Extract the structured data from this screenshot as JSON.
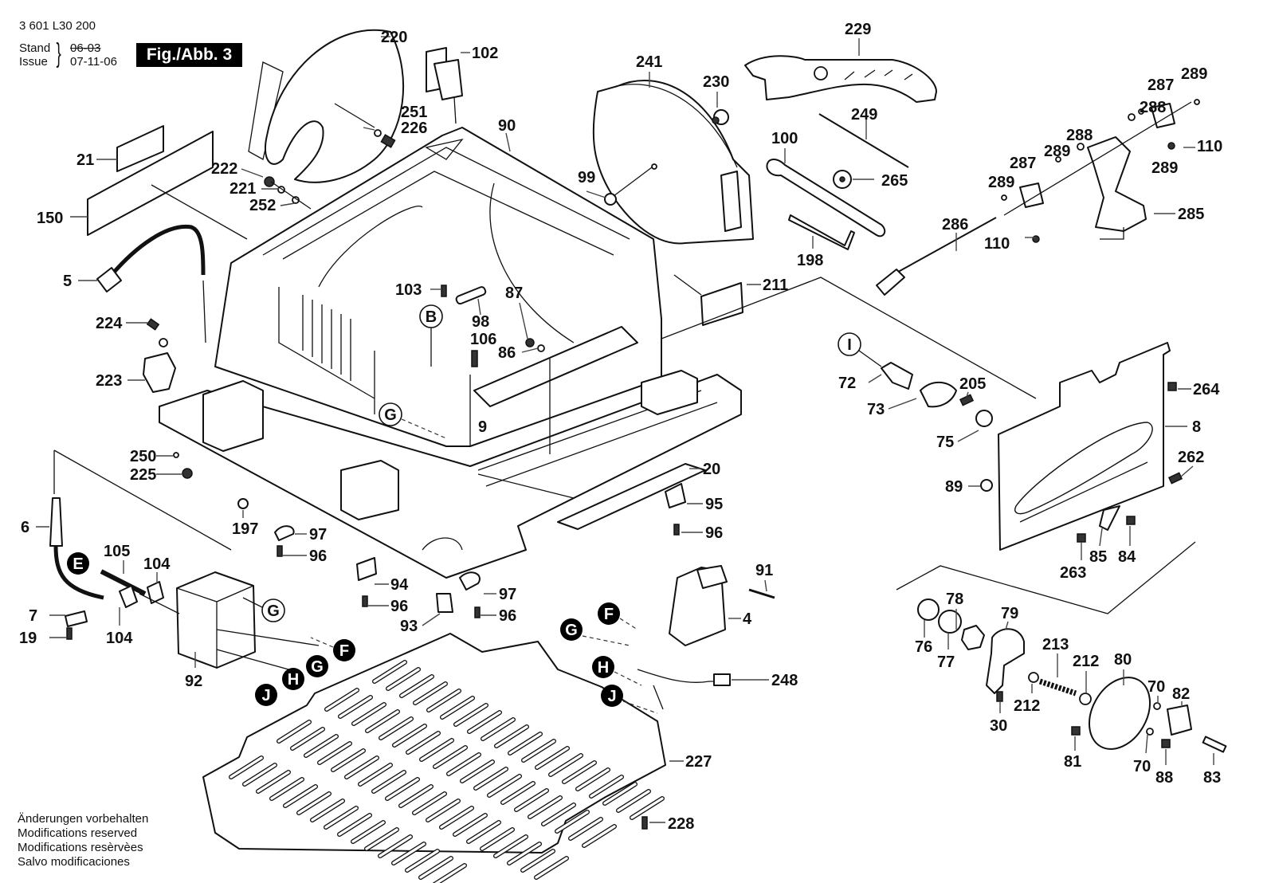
{
  "header": {
    "part_number": "3 601 L30 200",
    "stand_label": "Stand",
    "issue_label": "Issue",
    "stand_date_struck": "06-03",
    "issue_date": "07-11-06",
    "figure_label": "Fig./Abb. 3"
  },
  "footer": {
    "lines": [
      "Änderungen vorbehalten",
      "Modifications reserved",
      "Modifications resèrvèes",
      "Salvo modificaciones"
    ]
  },
  "diagram": {
    "title": "Exploded parts view - table saw base assembly",
    "callouts": [
      {
        "id": "220",
        "label": "220"
      },
      {
        "id": "102",
        "label": "102"
      },
      {
        "id": "229",
        "label": "229"
      },
      {
        "id": "241",
        "label": "241"
      },
      {
        "id": "230",
        "label": "230"
      },
      {
        "id": "289a",
        "label": "289"
      },
      {
        "id": "287a",
        "label": "287"
      },
      {
        "id": "288a",
        "label": "288"
      },
      {
        "id": "110a",
        "label": "110"
      },
      {
        "id": "289b",
        "label": "289"
      },
      {
        "id": "288b",
        "label": "288"
      },
      {
        "id": "289c",
        "label": "289"
      },
      {
        "id": "287b",
        "label": "287"
      },
      {
        "id": "289d",
        "label": "289"
      },
      {
        "id": "110b",
        "label": "110"
      },
      {
        "id": "285",
        "label": "285"
      },
      {
        "id": "286",
        "label": "286"
      },
      {
        "id": "251",
        "label": "251"
      },
      {
        "id": "226",
        "label": "226"
      },
      {
        "id": "90",
        "label": "90"
      },
      {
        "id": "249",
        "label": "249"
      },
      {
        "id": "21",
        "label": "21"
      },
      {
        "id": "222",
        "label": "222"
      },
      {
        "id": "221",
        "label": "221"
      },
      {
        "id": "252",
        "label": "252"
      },
      {
        "id": "150",
        "label": "150"
      },
      {
        "id": "99",
        "label": "99"
      },
      {
        "id": "100",
        "label": "100"
      },
      {
        "id": "265",
        "label": "265"
      },
      {
        "id": "198",
        "label": "198"
      },
      {
        "id": "5",
        "label": "5"
      },
      {
        "id": "103",
        "label": "103"
      },
      {
        "id": "211",
        "label": "211"
      },
      {
        "id": "98",
        "label": "98"
      },
      {
        "id": "87",
        "label": "87"
      },
      {
        "id": "224",
        "label": "224"
      },
      {
        "id": "106",
        "label": "106"
      },
      {
        "id": "86",
        "label": "86"
      },
      {
        "id": "72",
        "label": "72"
      },
      {
        "id": "205",
        "label": "205"
      },
      {
        "id": "264",
        "label": "264"
      },
      {
        "id": "223",
        "label": "223"
      },
      {
        "id": "73",
        "label": "73"
      },
      {
        "id": "9",
        "label": "9"
      },
      {
        "id": "8",
        "label": "8"
      },
      {
        "id": "75",
        "label": "75"
      },
      {
        "id": "250",
        "label": "250"
      },
      {
        "id": "20",
        "label": "20"
      },
      {
        "id": "262",
        "label": "262"
      },
      {
        "id": "225",
        "label": "225"
      },
      {
        "id": "89",
        "label": "89"
      },
      {
        "id": "95",
        "label": "95"
      },
      {
        "id": "6",
        "label": "6"
      },
      {
        "id": "197",
        "label": "197"
      },
      {
        "id": "97a",
        "label": "97"
      },
      {
        "id": "96a",
        "label": "96"
      },
      {
        "id": "96b",
        "label": "96"
      },
      {
        "id": "85",
        "label": "85"
      },
      {
        "id": "84",
        "label": "84"
      },
      {
        "id": "263",
        "label": "263"
      },
      {
        "id": "105",
        "label": "105"
      },
      {
        "id": "104a",
        "label": "104"
      },
      {
        "id": "91",
        "label": "91"
      },
      {
        "id": "94",
        "label": "94"
      },
      {
        "id": "97b",
        "label": "97"
      },
      {
        "id": "78",
        "label": "78"
      },
      {
        "id": "79",
        "label": "79"
      },
      {
        "id": "7",
        "label": "7"
      },
      {
        "id": "96c",
        "label": "96"
      },
      {
        "id": "96d",
        "label": "96"
      },
      {
        "id": "4",
        "label": "4"
      },
      {
        "id": "104b",
        "label": "104"
      },
      {
        "id": "19",
        "label": "19"
      },
      {
        "id": "93",
        "label": "93"
      },
      {
        "id": "76",
        "label": "76"
      },
      {
        "id": "77",
        "label": "77"
      },
      {
        "id": "213",
        "label": "213"
      },
      {
        "id": "212a",
        "label": "212"
      },
      {
        "id": "80",
        "label": "80"
      },
      {
        "id": "92",
        "label": "92"
      },
      {
        "id": "248",
        "label": "248"
      },
      {
        "id": "212b",
        "label": "212"
      },
      {
        "id": "70a",
        "label": "70"
      },
      {
        "id": "82",
        "label": "82"
      },
      {
        "id": "30",
        "label": "30"
      },
      {
        "id": "227",
        "label": "227"
      },
      {
        "id": "81",
        "label": "81"
      },
      {
        "id": "70b",
        "label": "70"
      },
      {
        "id": "88",
        "label": "88"
      },
      {
        "id": "83",
        "label": "83"
      },
      {
        "id": "228",
        "label": "228"
      }
    ],
    "reference_markers": [
      {
        "id": "B",
        "label": "B",
        "style": "open"
      },
      {
        "id": "G1",
        "label": "G",
        "style": "open"
      },
      {
        "id": "G2",
        "label": "G",
        "style": "open"
      },
      {
        "id": "I",
        "label": "I",
        "style": "open"
      },
      {
        "id": "E",
        "label": "E",
        "style": "filled"
      },
      {
        "id": "F1",
        "label": "F",
        "style": "filled"
      },
      {
        "id": "G3",
        "label": "G",
        "style": "filled"
      },
      {
        "id": "H1",
        "label": "H",
        "style": "filled"
      },
      {
        "id": "J1",
        "label": "J",
        "style": "filled"
      },
      {
        "id": "F2",
        "label": "F",
        "style": "filled"
      },
      {
        "id": "G4",
        "label": "G",
        "style": "filled"
      },
      {
        "id": "H2",
        "label": "H",
        "style": "filled"
      },
      {
        "id": "J2",
        "label": "J",
        "style": "filled"
      }
    ]
  }
}
